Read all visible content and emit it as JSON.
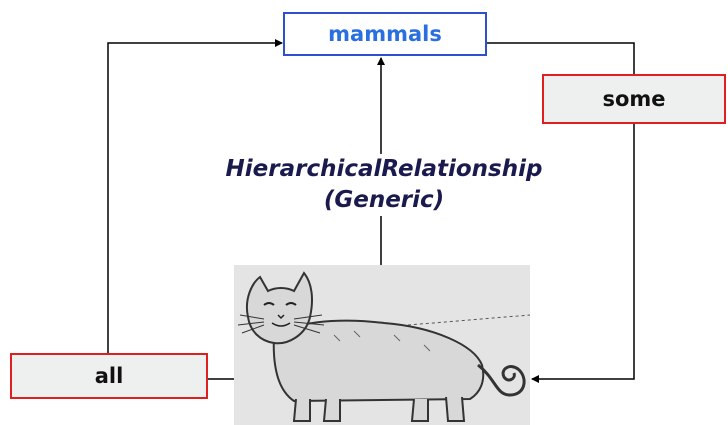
{
  "nodes": {
    "top": {
      "label": "mammals"
    },
    "right": {
      "label": "some"
    },
    "left": {
      "label": "all"
    }
  },
  "relation": {
    "name": "HierarchicalRelationship",
    "qualifier": "(Generic)"
  },
  "picture": {
    "subject": "cat"
  },
  "colors": {
    "top_node_border": "#2f4fcf",
    "top_node_text": "#2a6fe0",
    "quantifier_border": "#e02020",
    "quantifier_fill": "#eeefef",
    "relation_text": "#1a1a4e",
    "line": "#000000"
  }
}
